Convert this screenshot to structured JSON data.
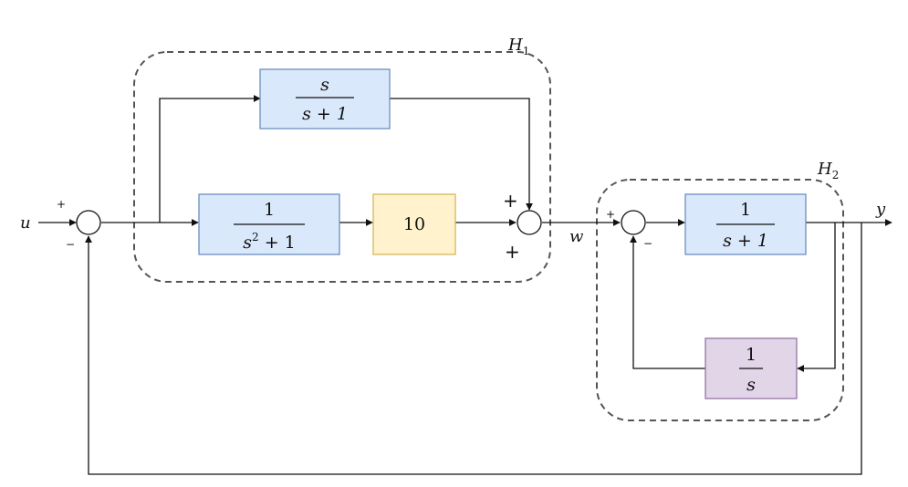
{
  "signals": {
    "input": "u",
    "intermediate": "w",
    "output": "y"
  },
  "groups": {
    "h1": {
      "letter": "H",
      "subscript": "1"
    },
    "h2": {
      "letter": "H",
      "subscript": "2"
    }
  },
  "blocks": {
    "feedforward": {
      "num": "s",
      "den": "s + 1"
    },
    "plant": {
      "num": "1",
      "den_base": "s",
      "den_exp": "2",
      "den_tail": " + 1"
    },
    "gain": {
      "value": "10"
    },
    "forward2": {
      "num": "1",
      "den": "s + 1"
    },
    "integrator": {
      "num": "1",
      "den": "s"
    }
  },
  "signs": {
    "sum1_top": "+",
    "sum1_bottom": "−",
    "sum2_top": "+",
    "sum2_bottom": "+",
    "sum3_top": "+",
    "sum3_bottom": "−"
  },
  "colors": {
    "blue_fill": "#dae8fc",
    "blue_stroke": "#6c8ebf",
    "yellow_fill": "#fff2cc",
    "yellow_stroke": "#d6b656",
    "purple_fill": "#e1d5e7",
    "purple_stroke": "#9673a6"
  }
}
